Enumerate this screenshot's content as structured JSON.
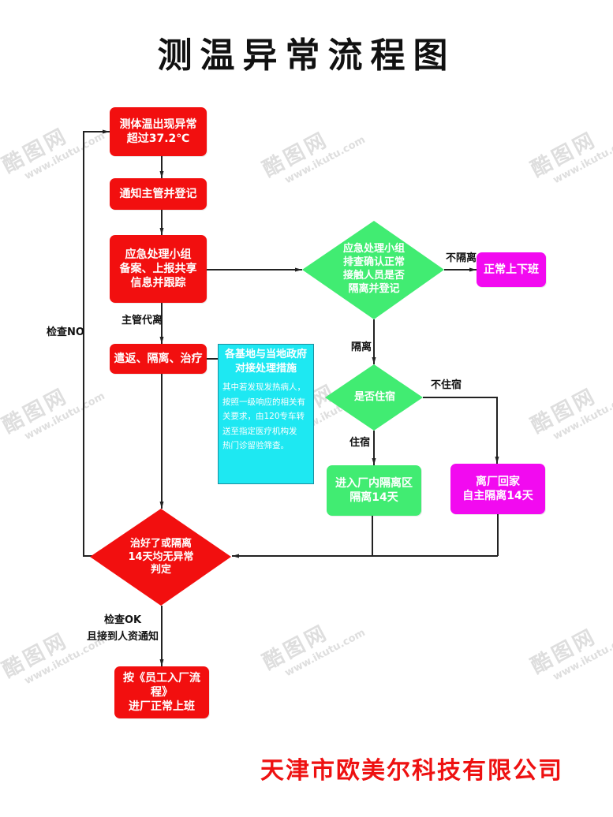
{
  "title": "测温异常流程图",
  "footer": "天津市欧美尔科技有限公司",
  "colors": {
    "red": "#f20f0f",
    "green": "#41ec72",
    "magenta": "#f20af0",
    "cyan": "#1ee8f2",
    "footer_text": "#ee1111",
    "line": "#222222"
  },
  "nodes": {
    "temp_abnormal": "测体温出现异常\n超过37.2℃",
    "notify_supervisor": "通知主管并登记",
    "emergency_group": "应急处理小组\n备案、上报共享\n信息并跟踪",
    "repatriate": "遣返、隔离、治疗",
    "check_contacts": "应急处理小组\n排查确认正常\n接触人员是否\n隔离并登记",
    "normal_work": "正常上下班",
    "is_resident": "是否住宿",
    "factory_isolation": "进入厂内隔离区\n隔离14天",
    "home_isolation": "离厂回家\n自主隔离14天",
    "recovered_check": "治好了或隔离\n14天均无异常\n判定",
    "return_to_work": "按《员工入厂流程》\n进厂正常上班"
  },
  "info_box": {
    "heading": "各基地与当地政府\n对接处理措施",
    "body": "其中若发现发热病人，\n按照一级响应的相关有\n关要求，由120专车转\n送至指定医疗机构发\n热门诊留验筛查。"
  },
  "edge_labels": {
    "check_no": "检查NO",
    "supervisor_leave": "主管代离",
    "no_isolation": "不隔离",
    "isolation": "隔离",
    "not_resident": "不住宿",
    "resident": "住宿",
    "check_ok": "检查OK\n且接到人资通知"
  },
  "watermark": {
    "brand": "酷图网",
    "url": "www.ikutu.com"
  }
}
